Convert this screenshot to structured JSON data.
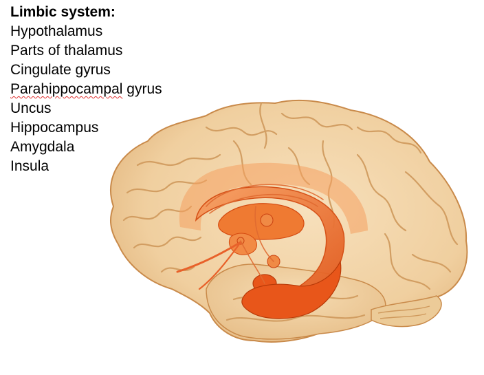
{
  "list": {
    "heading": "Limbic system:",
    "items": [
      "Hypothalamus",
      "Parts of thalamus",
      "Cingulate gyrus",
      "Parahippocampal",
      "Uncus",
      "Hippocampus",
      "Amygdala",
      "Insula"
    ],
    "item4_suffix": " gyrus"
  },
  "illustration": {
    "subject": "brain-lateral-view-with-limbic-structures",
    "colors": {
      "cortex": "#f2d3a6",
      "cortex_shadow": "#d9a56a",
      "cortex_outline": "#c98a4a",
      "limbic": "#ee6a1f",
      "limbic_light": "#f59a5a",
      "limbic_dark": "#d44a10"
    }
  }
}
